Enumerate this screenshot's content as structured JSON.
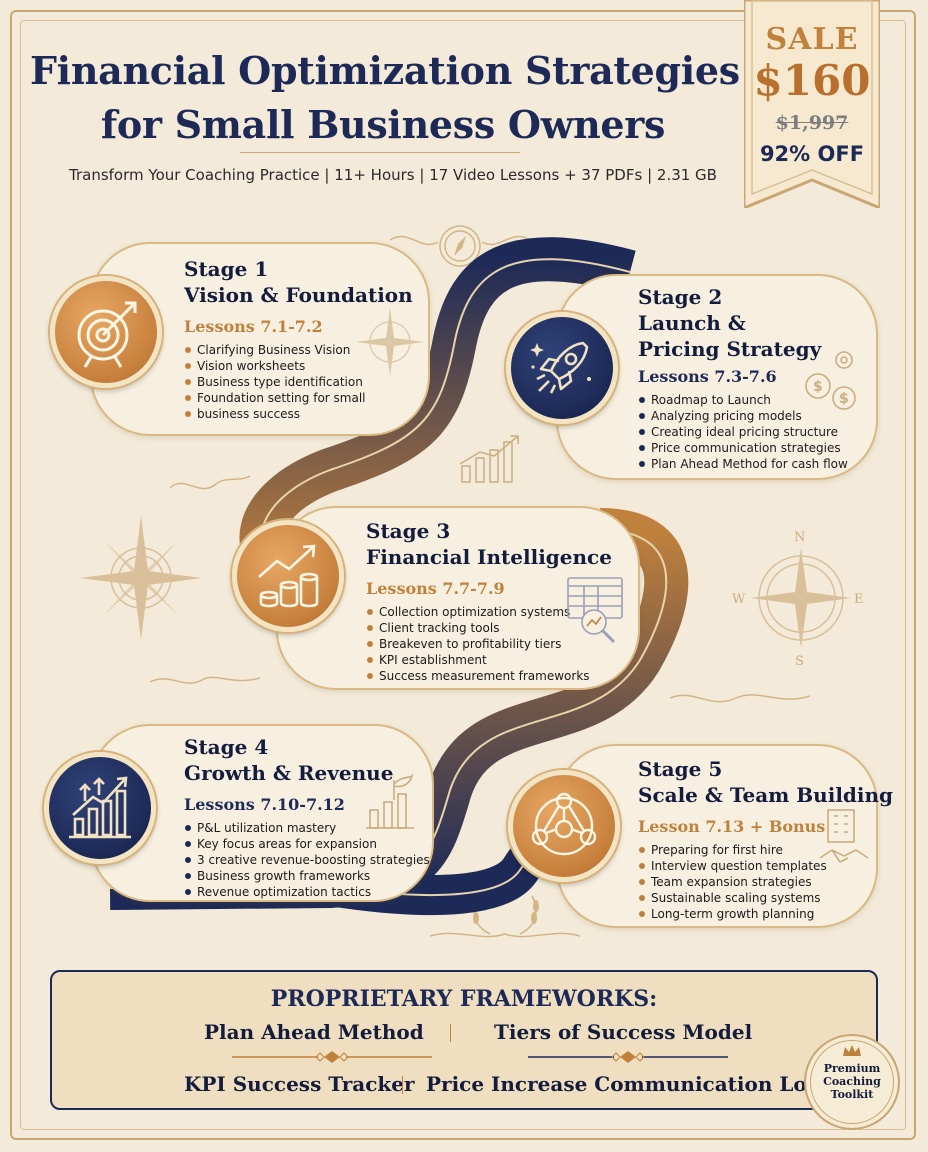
{
  "title": {
    "line1": "Financial Optimization Strategies",
    "line2": "for Small Business Owners"
  },
  "subtitle": "Transform Your Coaching Practice | 11+ Hours | 17 Video Lessons + 37 PDFs | 2.31 GB",
  "sale": {
    "label": "SALE",
    "price": "$160",
    "original_price": "$1,997",
    "discount": "92% OFF"
  },
  "colors": {
    "navy": "#1d2a57",
    "gold": "#c0813c",
    "cream": "#f3ead9"
  },
  "stages": [
    {
      "number": "Stage 1",
      "name": "Vision & Foundation",
      "lessons": "Lessons 7.1-7.2",
      "icon": "target-arrow-icon",
      "bullets": [
        "Clarifying Business Vision",
        "Vision worksheets",
        "Business type identification",
        "Foundation setting for small",
        "business success"
      ]
    },
    {
      "number": "Stage 2",
      "name_line1": "Launch &",
      "name_line2": "Pricing Strategy",
      "lessons": "Lessons 7.3-7.6",
      "icon": "rocket-icon",
      "bullets": [
        "Roadmap to Launch",
        "Analyzing pricing models",
        "Creating ideal pricing structure",
        "Price communication strategies",
        "Plan Ahead Method for cash flow"
      ]
    },
    {
      "number": "Stage 3",
      "name": "Financial Intelligence",
      "lessons": "Lessons 7.7-7.9",
      "icon": "growth-coins-icon",
      "bullets": [
        "Collection optimization systems",
        "Client tracking tools",
        "Breakeven to profitability tiers",
        "KPI establishment",
        "Success measurement frameworks"
      ]
    },
    {
      "number": "Stage 4",
      "name": "Growth & Revenue",
      "lessons": "Lessons 7.10-7.12",
      "icon": "bar-chart-arrows-icon",
      "bullets": [
        "P&L utilization mastery",
        "Key focus areas for expansion",
        "3 creative revenue-boosting strategies",
        "Business growth frameworks",
        "Revenue optimization tactics"
      ]
    },
    {
      "number": "Stage 5",
      "name": "Scale & Team Building",
      "lessons": "Lesson 7.13 + Bonus",
      "icon": "team-network-icon",
      "bullets": [
        "Preparing for first hire",
        "Interview question templates",
        "Team expansion strategies",
        "Sustainable scaling systems",
        "Long-term growth planning"
      ]
    }
  ],
  "compass_letters": [
    "N",
    "E",
    "S",
    "W"
  ],
  "frameworks": {
    "title": "PROPRIETARY FRAMEWORKS:",
    "items": [
      "Plan Ahead Method",
      "Tiers of Success Model",
      "KPI Success Tracker",
      "Price Increase Communication Log"
    ]
  },
  "toolkit_badge": {
    "line1": "Premium",
    "line2": "Coaching",
    "line3": "Toolkit"
  }
}
